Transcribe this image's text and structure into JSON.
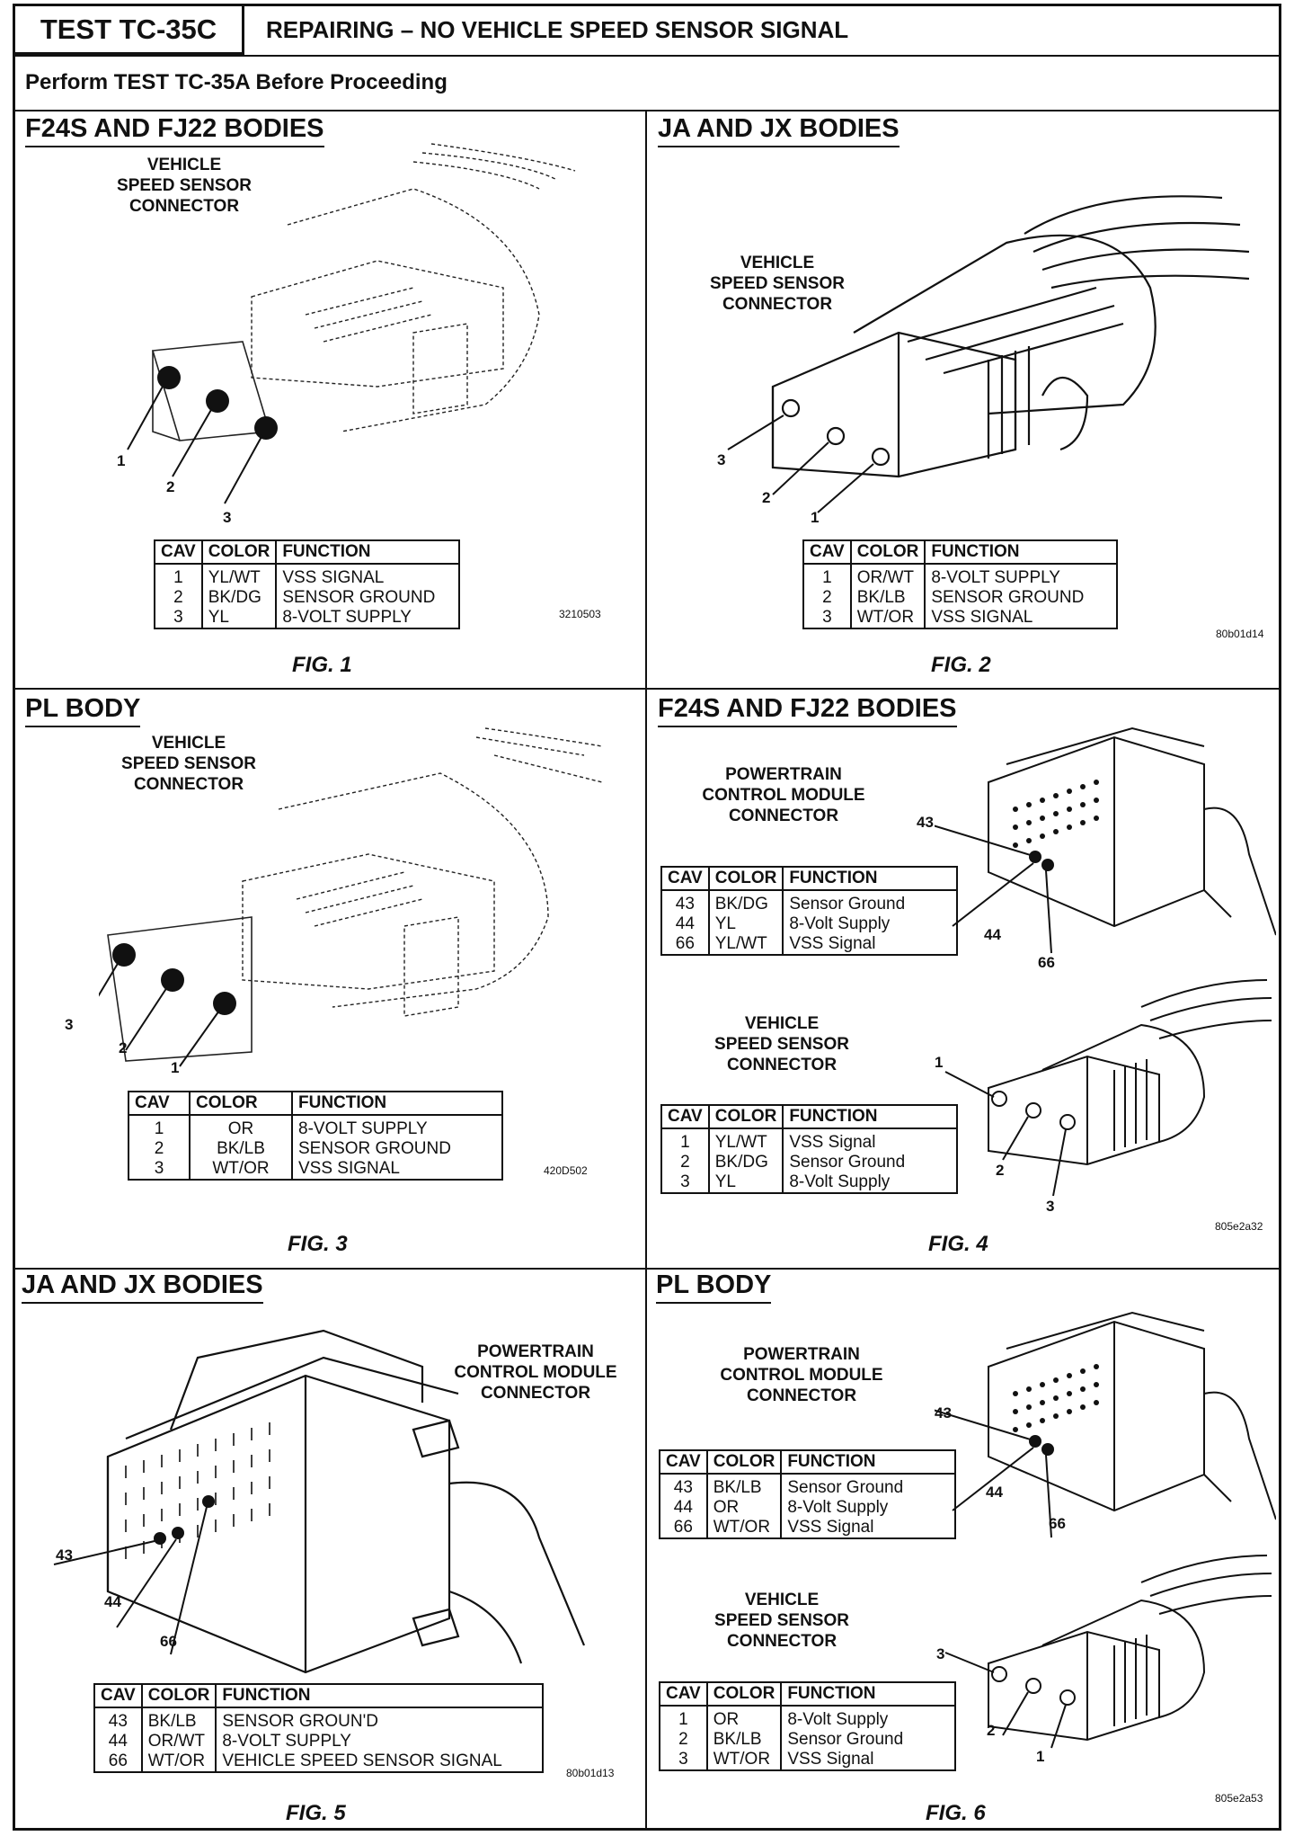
{
  "header": {
    "test_id": "TEST TC-35C",
    "title": "REPAIRING – NO VEHICLE SPEED SENSOR SIGNAL",
    "pre_note": "Perform TEST TC-35A Before Proceeding"
  },
  "headers": {
    "cav": "CAV",
    "color": "COLOR",
    "function": "FUNCTION"
  },
  "panels": {
    "p1": {
      "title": "F24S AND FJ22 BODIES",
      "connector_label": [
        "VEHICLE",
        "SPEED SENSOR",
        "CONNECTOR"
      ],
      "callouts": [
        "1",
        "2",
        "3"
      ],
      "rows": [
        {
          "cav": "1",
          "color": "YL/WT",
          "function": "VSS SIGNAL"
        },
        {
          "cav": "2",
          "color": "BK/DG",
          "function": "SENSOR GROUND"
        },
        {
          "cav": "3",
          "color": "YL",
          "function": "8-VOLT SUPPLY"
        }
      ],
      "code": "3210503",
      "fig": "FIG. 1"
    },
    "p2": {
      "title": "JA AND JX BODIES",
      "connector_label": [
        "VEHICLE",
        "SPEED SENSOR",
        "CONNECTOR"
      ],
      "callouts": [
        "3",
        "2",
        "1"
      ],
      "rows": [
        {
          "cav": "1",
          "color": "OR/WT",
          "function": "8-VOLT SUPPLY"
        },
        {
          "cav": "2",
          "color": "BK/LB",
          "function": "SENSOR GROUND"
        },
        {
          "cav": "3",
          "color": "WT/OR",
          "function": "VSS SIGNAL"
        }
      ],
      "code": "80b01d14",
      "fig": "FIG. 2"
    },
    "p3": {
      "title": "PL BODY",
      "connector_label": [
        "VEHICLE",
        "SPEED SENSOR",
        "CONNECTOR"
      ],
      "callouts": [
        "3",
        "2",
        "1"
      ],
      "rows": [
        {
          "cav": "1",
          "color": "OR",
          "function": "8-VOLT SUPPLY"
        },
        {
          "cav": "2",
          "color": "BK/LB",
          "function": "SENSOR GROUND"
        },
        {
          "cav": "3",
          "color": "WT/OR",
          "function": "VSS SIGNAL"
        }
      ],
      "code": "420D502",
      "fig": "FIG. 3"
    },
    "p4": {
      "title": "F24S AND FJ22 BODIES",
      "pcm_label": [
        "POWERTRAIN",
        "CONTROL MODULE",
        "CONNECTOR"
      ],
      "pcm_callouts": [
        "43",
        "44",
        "66"
      ],
      "pcm_rows": [
        {
          "cav": "43",
          "color": "BK/DG",
          "function": "Sensor Ground"
        },
        {
          "cav": "44",
          "color": "YL",
          "function": "8-Volt Supply"
        },
        {
          "cav": "66",
          "color": "YL/WT",
          "function": "VSS Signal"
        }
      ],
      "vss_label": [
        "VEHICLE",
        "SPEED SENSOR",
        "CONNECTOR"
      ],
      "vss_callouts": [
        "1",
        "2",
        "3"
      ],
      "vss_rows": [
        {
          "cav": "1",
          "color": "YL/WT",
          "function": "VSS Signal"
        },
        {
          "cav": "2",
          "color": "BK/DG",
          "function": "Sensor Ground"
        },
        {
          "cav": "3",
          "color": "YL",
          "function": "8-Volt Supply"
        }
      ],
      "code": "805e2a32",
      "fig": "FIG. 4"
    },
    "p5": {
      "title": "JA AND JX BODIES",
      "pcm_label": [
        "POWERTRAIN",
        "CONTROL MODULE",
        "CONNECTOR"
      ],
      "callouts": [
        "43",
        "44",
        "66"
      ],
      "rows": [
        {
          "cav": "43",
          "color": "BK/LB",
          "function": "SENSOR GROUN'D"
        },
        {
          "cav": "44",
          "color": "OR/WT",
          "function": "8-VOLT SUPPLY"
        },
        {
          "cav": "66",
          "color": "WT/OR",
          "function": "VEHICLE SPEED SENSOR SIGNAL"
        }
      ],
      "code": "80b01d13",
      "fig": "FIG. 5"
    },
    "p6": {
      "title": "PL BODY",
      "pcm_label": [
        "POWERTRAIN",
        "CONTROL MODULE",
        "CONNECTOR"
      ],
      "pcm_callouts": [
        "43",
        "44",
        "66"
      ],
      "pcm_rows": [
        {
          "cav": "43",
          "color": "BK/LB",
          "function": "Sensor Ground"
        },
        {
          "cav": "44",
          "color": "OR",
          "function": "8-Volt Supply"
        },
        {
          "cav": "66",
          "color": "WT/OR",
          "function": "VSS Signal"
        }
      ],
      "vss_label": [
        "VEHICLE",
        "SPEED SENSOR",
        "CONNECTOR"
      ],
      "vss_callouts": [
        "3",
        "2",
        "1"
      ],
      "vss_rows": [
        {
          "cav": "1",
          "color": "OR",
          "function": "8-Volt Supply"
        },
        {
          "cav": "2",
          "color": "BK/LB",
          "function": "Sensor Ground"
        },
        {
          "cav": "3",
          "color": "WT/OR",
          "function": "VSS Signal"
        }
      ],
      "code": "805e2a53",
      "fig": "FIG. 6"
    }
  }
}
